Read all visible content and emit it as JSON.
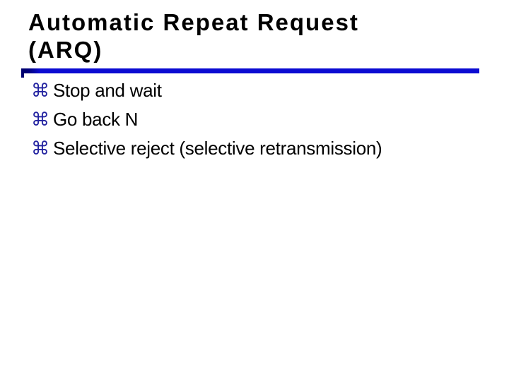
{
  "slide": {
    "title": {
      "full": "Automatic Repeat Request (ARQ)",
      "line1": "Automatic Repeat Request",
      "line2": "(ARQ)"
    },
    "bullets": [
      {
        "glyph": "⌘",
        "text": "Stop and wait"
      },
      {
        "glyph": "⌘",
        "text": "Go back N"
      },
      {
        "glyph": "⌘",
        "text": "Selective reject (selective retransmission)"
      }
    ],
    "colors": {
      "background": "#ffffff",
      "title_text": "#000000",
      "body_text": "#000000",
      "rule_blue": "#0b0bd2",
      "rule_cap_navy": "#000070",
      "bullet_glyph_blue": "#2323a0"
    }
  }
}
